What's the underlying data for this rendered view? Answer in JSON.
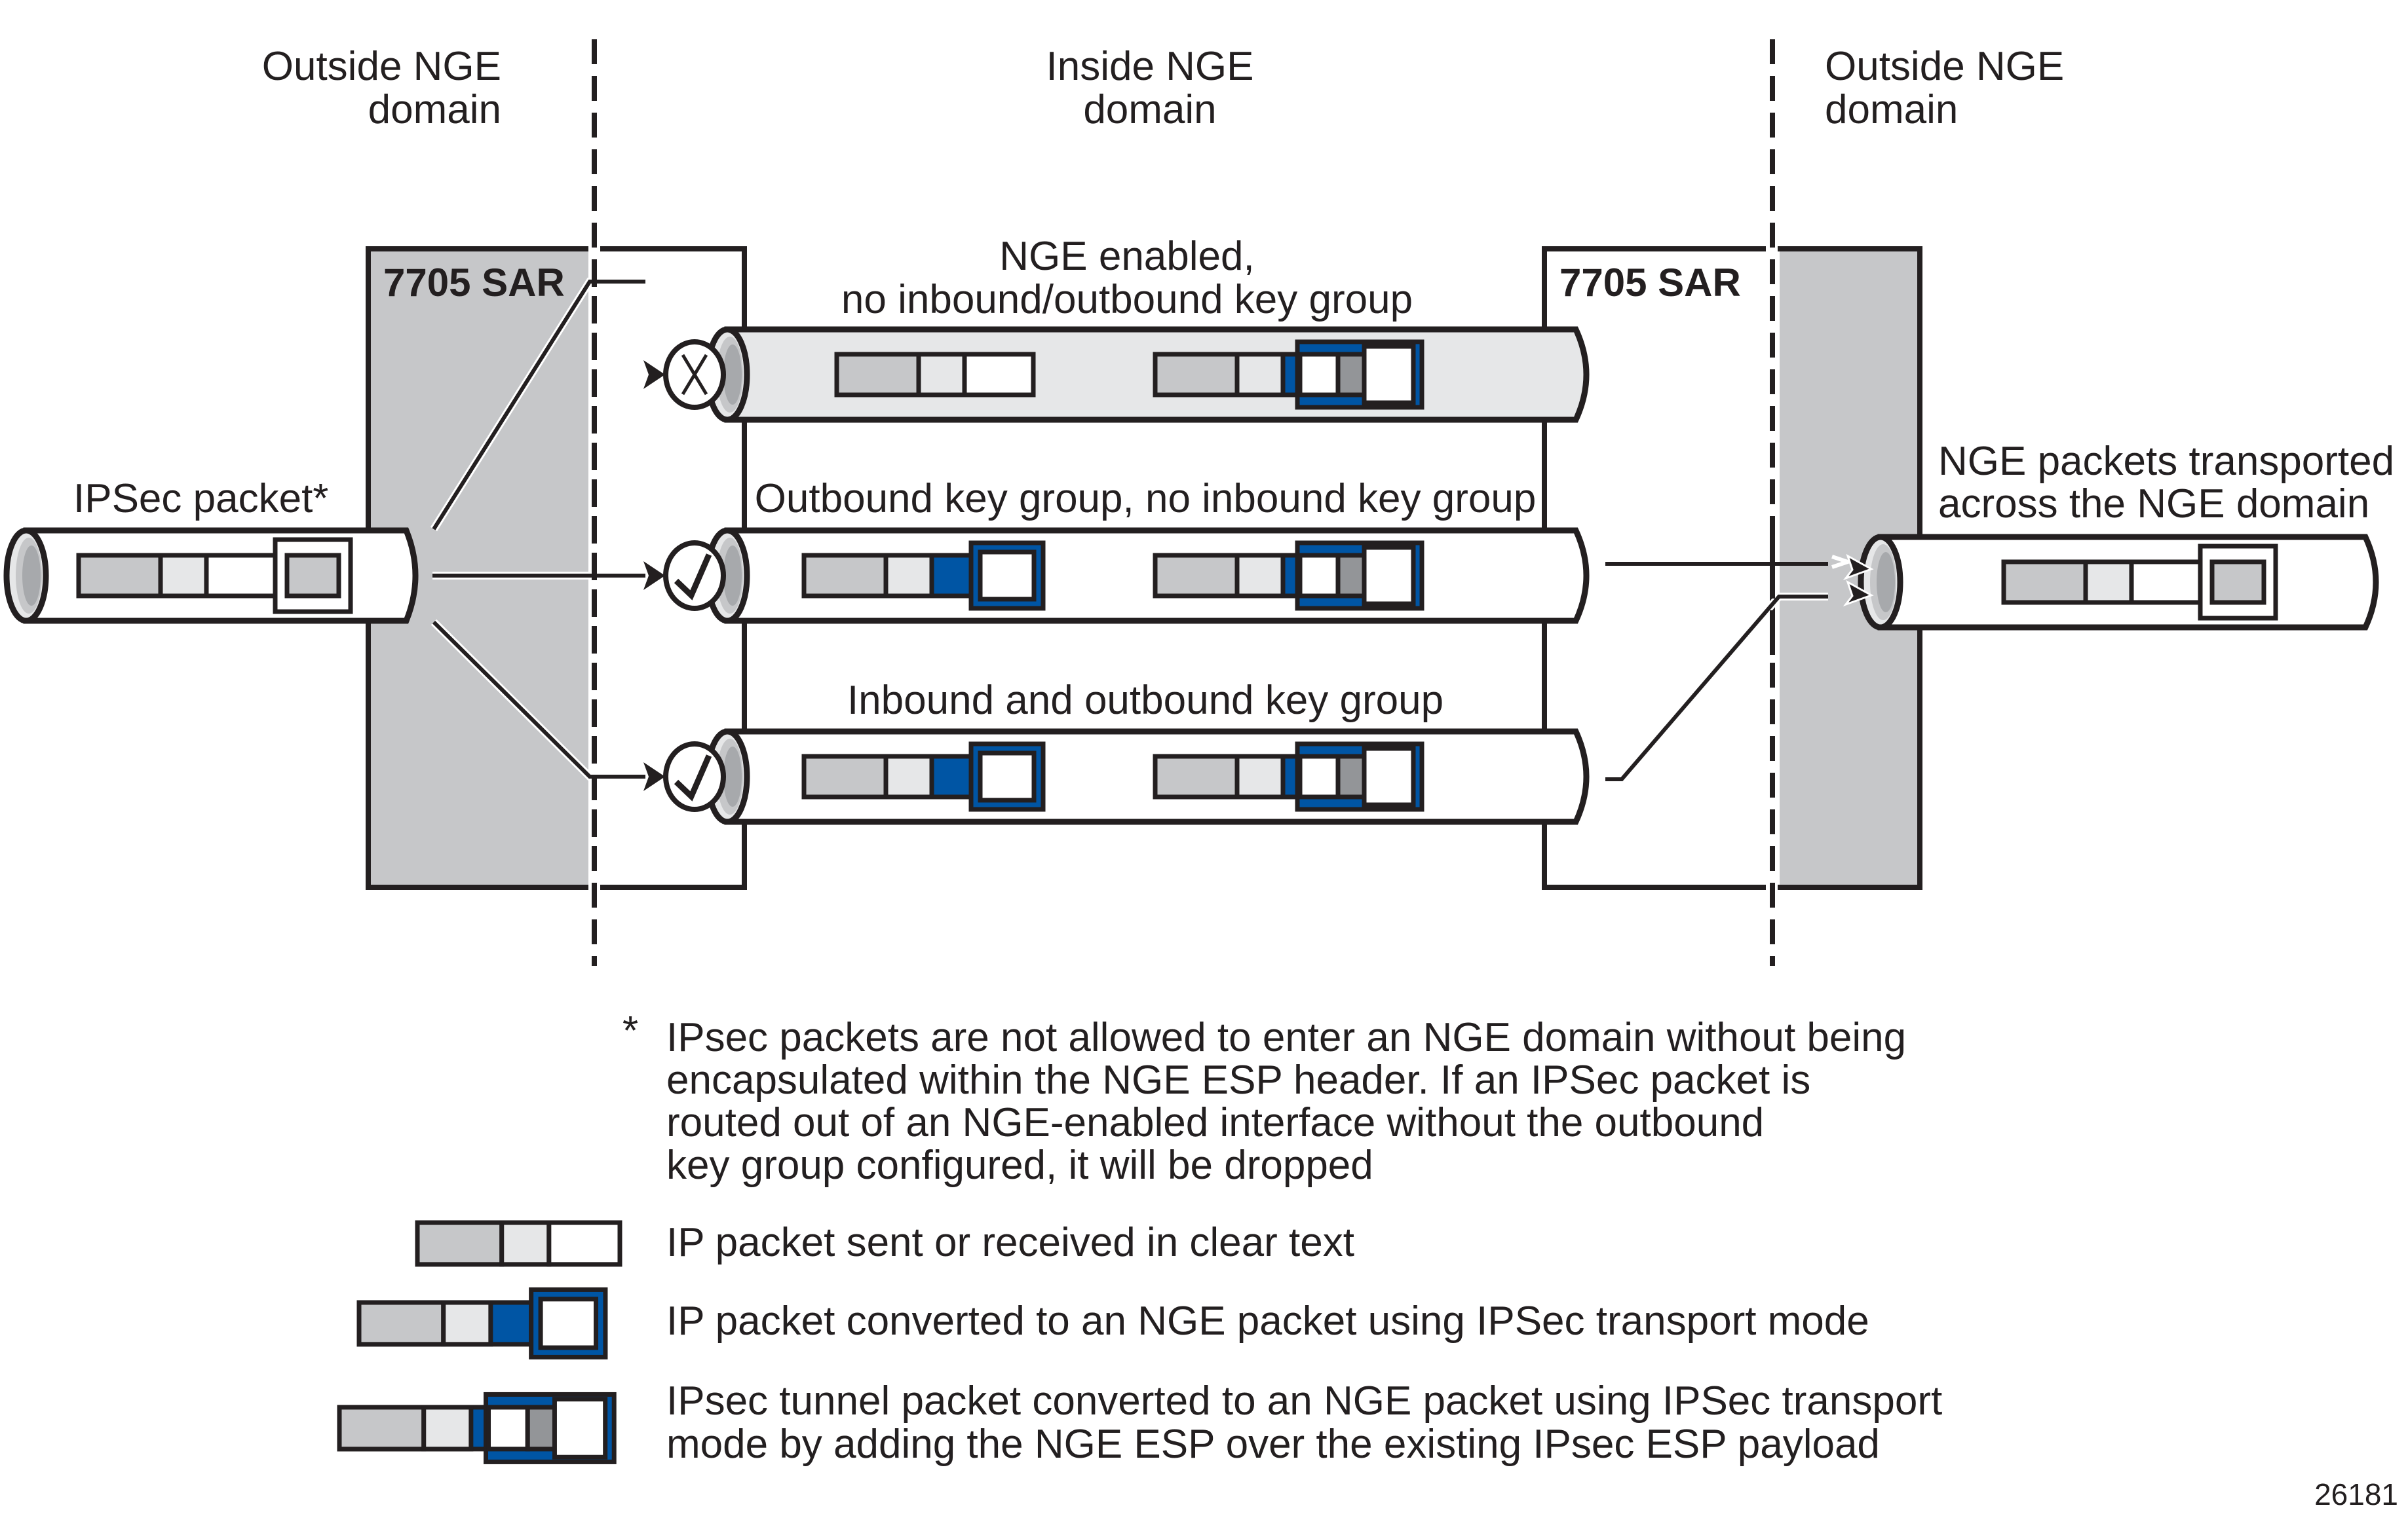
{
  "colors": {
    "ink": "#231f20",
    "router_gray": "#c6c7c9",
    "pipe_light": "#e6e7e8",
    "seg_dark_gray": "#c6c7c9",
    "seg_light_gray": "#e6e7e8",
    "seg_white": "#ffffff",
    "nge_blue": "#0055a4",
    "inner_gray": "#939598"
  },
  "domains": {
    "left": [
      "Outside NGE",
      "domain"
    ],
    "center": [
      "Inside NGE",
      "domain"
    ],
    "right": [
      "Outside NGE",
      "domain"
    ]
  },
  "routers": {
    "left_label": "7705 SAR",
    "right_label": "7705 SAR"
  },
  "source": {
    "label": "IPSec packet*"
  },
  "destination": {
    "label": [
      "NGE packets transported",
      "across the NGE domain"
    ]
  },
  "paths": [
    {
      "label": [
        "NGE enabled,",
        "no inbound/outbound key group"
      ],
      "status": "x-icon",
      "result": "dropped"
    },
    {
      "label": [
        "Outbound key group, no inbound key group"
      ],
      "status": "check-icon",
      "result": "forwarded"
    },
    {
      "label": [
        "Inbound and outbound key group"
      ],
      "status": "check-icon",
      "result": "forwarded"
    }
  ],
  "footnote": {
    "marker": "*",
    "lines": [
      "IPsec packets are not allowed to enter an NGE domain without being",
      "encapsulated within the NGE ESP header. If an IPSec packet is",
      "routed out of an NGE-enabled interface without the outbound",
      "key group configured, it will be dropped"
    ]
  },
  "legend": [
    {
      "type": "clear",
      "lines": [
        "IP packet sent or received in clear text"
      ]
    },
    {
      "type": "nge",
      "lines": [
        "IP packet converted to an NGE packet using IPSec transport mode"
      ]
    },
    {
      "type": "tunnel",
      "lines": [
        "IPsec tunnel packet converted to an NGE packet using IPSec transport",
        "mode by adding the NGE ESP over the existing IPsec ESP payload"
      ]
    }
  ],
  "figure_id": "26181"
}
